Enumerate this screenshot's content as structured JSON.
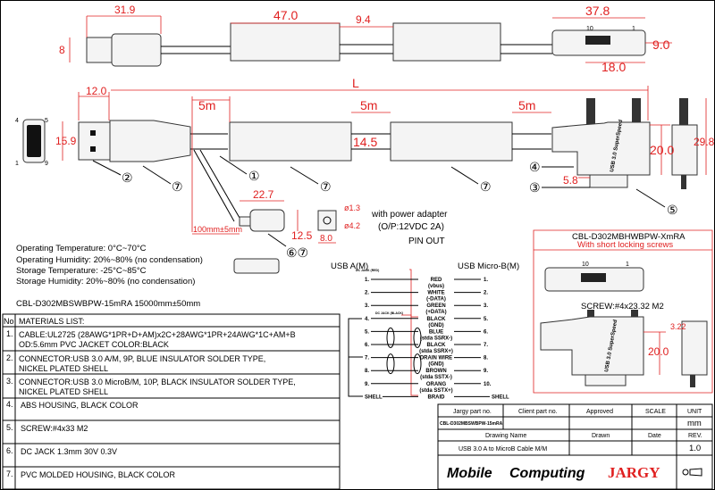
{
  "top_dims": {
    "plug_len": "31.9",
    "plug_h": "8",
    "box_len": "47.0",
    "cable_dia": "9.4",
    "microb_w": "37.8",
    "microb_h": "9.0",
    "microb_plug": "18.0",
    "pin10": "10",
    "pin1": "1"
  },
  "main_dims": {
    "L": "L",
    "a_len": "12.0",
    "a_h": "15.9",
    "seg1": "5m",
    "seg2": "5m",
    "seg3": "5m",
    "box_h": "14.5",
    "ra_h": "20.0",
    "side_h": "29.8",
    "plug_depth": "5.8",
    "dc_len": "22.7",
    "dc_h": "12.5",
    "branch": "100mm±5mm",
    "dc_d1": "ø1.3",
    "dc_d2": "ø4.2",
    "dc_w": "8.0",
    "recept_pins": [
      "4",
      "5",
      "1",
      "9"
    ]
  },
  "callouts": [
    "②",
    "⑦",
    "①",
    "⑦",
    "⑦",
    "④",
    "③",
    "⑤",
    "⑥⑦"
  ],
  "adapter": {
    "line1": "with power adapter",
    "line2": "(O/P:12VDC 2A)"
  },
  "pinout_title": "PIN OUT",
  "specs": [
    "Operating Temperature: 0°C~70°C",
    "Operating Humidity: 20%~80% (no condensation)",
    "Storage Temperature: -25°C~85°C",
    "Storage  Humidity: 20%~80% (no condensation)"
  ],
  "model_line": "CBL-D302MBSWBPW-15mRA   15000mm±50mm",
  "materials": {
    "no_header": "No",
    "header": "MATERIALS LIST:",
    "rows": [
      {
        "no": "1.",
        "l1": "CABLE:UL2725 (28AWG*1PR+D+AM)x2C+28AWG*1PR+24AWG*1C+AM+B",
        "l2": "OD:5.6mm  PVC JACKET COLOR:BLACK"
      },
      {
        "no": "2.",
        "l1": "CONNECTOR:USB 3.0 A/M, 9P, BLUE INSULATOR SOLDER TYPE,",
        "l2": "NICKEL PLATED SHELL"
      },
      {
        "no": "3.",
        "l1": "CONNECTOR:USB 3.0 MicroB/M, 10P, BLACK INSULATOR SOLDER TYPE,",
        "l2": "NICKEL PLATED SHELL"
      },
      {
        "no": "4.",
        "l1": "ABS HOUSING, BLACK COLOR",
        "l2": ""
      },
      {
        "no": "5.",
        "l1": "SCREW:#4x33 M2",
        "l2": ""
      },
      {
        "no": "6.",
        "l1": "DC JACK 1.3mm 30V 0.3V",
        "l2": ""
      },
      {
        "no": "7.",
        "l1": "PVC MOLDED HOUSING, BLACK COLOR",
        "l2": ""
      }
    ]
  },
  "pinout": {
    "left_title": "USB A(M)",
    "right_title": "USB Micro-B(M)",
    "dc_red": "DC JACK (RED)",
    "dc_black": "DC JACK (BLACK)",
    "rows": [
      {
        "l": "1.",
        "w1": "RED",
        "w2": "(vbus)",
        "r": "1."
      },
      {
        "l": "2.",
        "w1": "WHITE",
        "w2": "(-DATA)",
        "r": "2."
      },
      {
        "l": "3.",
        "w1": "GREEN",
        "w2": "(+DATA)",
        "r": "3."
      },
      {
        "l": "4.",
        "w1": "BLACK",
        "w2": "(GND)",
        "r": "5."
      },
      {
        "l": "5.",
        "w1": "BLUE",
        "w2": "(stda SSRX-)",
        "r": "6."
      },
      {
        "l": "6.",
        "w1": "BLACK",
        "w2": "(stda SSRX+)",
        "r": "7."
      },
      {
        "l": "7.",
        "w1": "DRAIN WIRE",
        "w2": "(GND)",
        "r": "8."
      },
      {
        "l": "8.",
        "w1": "BROWN",
        "w2": "(stda SSTX-)",
        "r": "9."
      },
      {
        "l": "9.",
        "w1": "ORANG",
        "w2": "(stda SSTX+)",
        "r": "10."
      },
      {
        "l": "SHELL",
        "w1": "BRAID",
        "w2": "",
        "r": "SHELL"
      }
    ]
  },
  "variant": {
    "title": "CBL-D302MBHWBPW-XmRA",
    "subtitle": "With short locking screws",
    "screw": "SCREW:#4x23.32 M2",
    "dim1": "3.22",
    "dim2": "20.0",
    "pin10": "10",
    "pin1": "1"
  },
  "connector_label": "USB 3.0 SuperSpeed",
  "titleblock": {
    "h_part": "Jargy part no.",
    "h_client": "Client part no.",
    "h_approved": "Approved",
    "h_scale": "SCALE",
    "h_unit": "UNIT",
    "part": "CBL-D302MBSWBPW-15mRA",
    "unit": "mm",
    "h_name": "Drawing Name",
    "h_drawn": "Drawn",
    "h_date": "Date",
    "h_rev": "REV.",
    "name": "USB 3.0 A to MicroB Cable M/M",
    "rev": "1.0",
    "logo1": "Mobile",
    "logo2": "Computing",
    "logo3": "JARGY"
  },
  "colors": {
    "dimension": "#e02020",
    "line": "#000000"
  }
}
